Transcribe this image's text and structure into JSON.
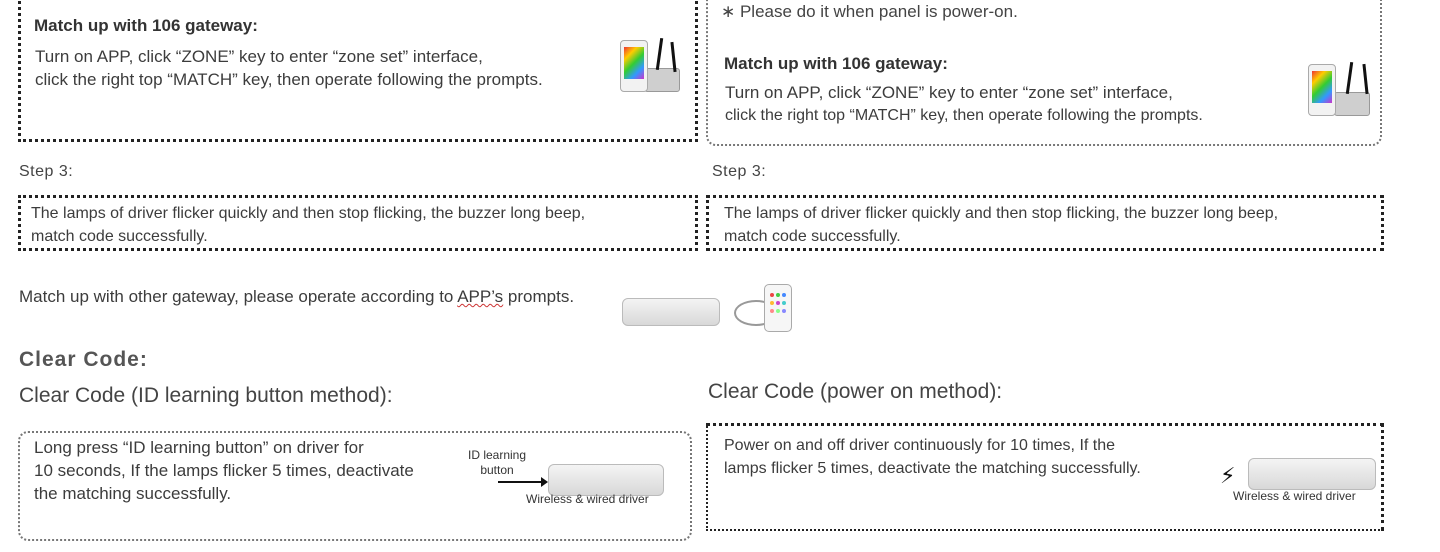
{
  "left": {
    "gateway_heading": "Match up with 106 gateway:",
    "gateway_line1": "Turn on APP, click “ZONE” key to enter “zone set” interface,",
    "gateway_line2": "click the right top “MATCH” key, then operate following the prompts.",
    "step3_label": "Step 3:",
    "step3_line1": "The lamps of driver flicker quickly and then stop flicking, the buzzer long beep,",
    "step3_line2": "match code successfully."
  },
  "right": {
    "note": "∗ Please do it when panel is power-on.",
    "gateway_heading": "Match up with 106 gateway:",
    "gateway_line1": "Turn on APP, click “ZONE” key to enter “zone set” interface,",
    "gateway_line2": "click the right top “MATCH” key, then operate following the prompts.",
    "step3_label": "Step 3:",
    "step3_line1": "The lamps of driver flicker quickly and then stop flicking, the buzzer long beep,",
    "step3_line2": "match code successfully."
  },
  "other_gateway": {
    "text_before": "Match up with other gateway, please operate according to ",
    "text_app": "APP’s",
    "text_after": " prompts."
  },
  "clear_code": {
    "heading": "Clear Code:",
    "button_method_title": "Clear Code (ID learning button method):",
    "button_method_line1": "Long press “ID learning button” on driver for",
    "button_method_line2": "10 seconds, If the lamps flicker 5 times, deactivate",
    "button_method_line3": "the matching successfully.",
    "id_label_line1": "ID learning",
    "id_label_line2": "button",
    "driver_caption_left": "Wireless & wired driver",
    "power_method_title": "Clear Code (power on method):",
    "power_method_line1": "Power on and off driver continuously for 10 times, If the",
    "power_method_line2": "lamps flicker 5 times, deactivate the matching successfully.",
    "driver_caption_right": "Wireless & wired driver"
  }
}
